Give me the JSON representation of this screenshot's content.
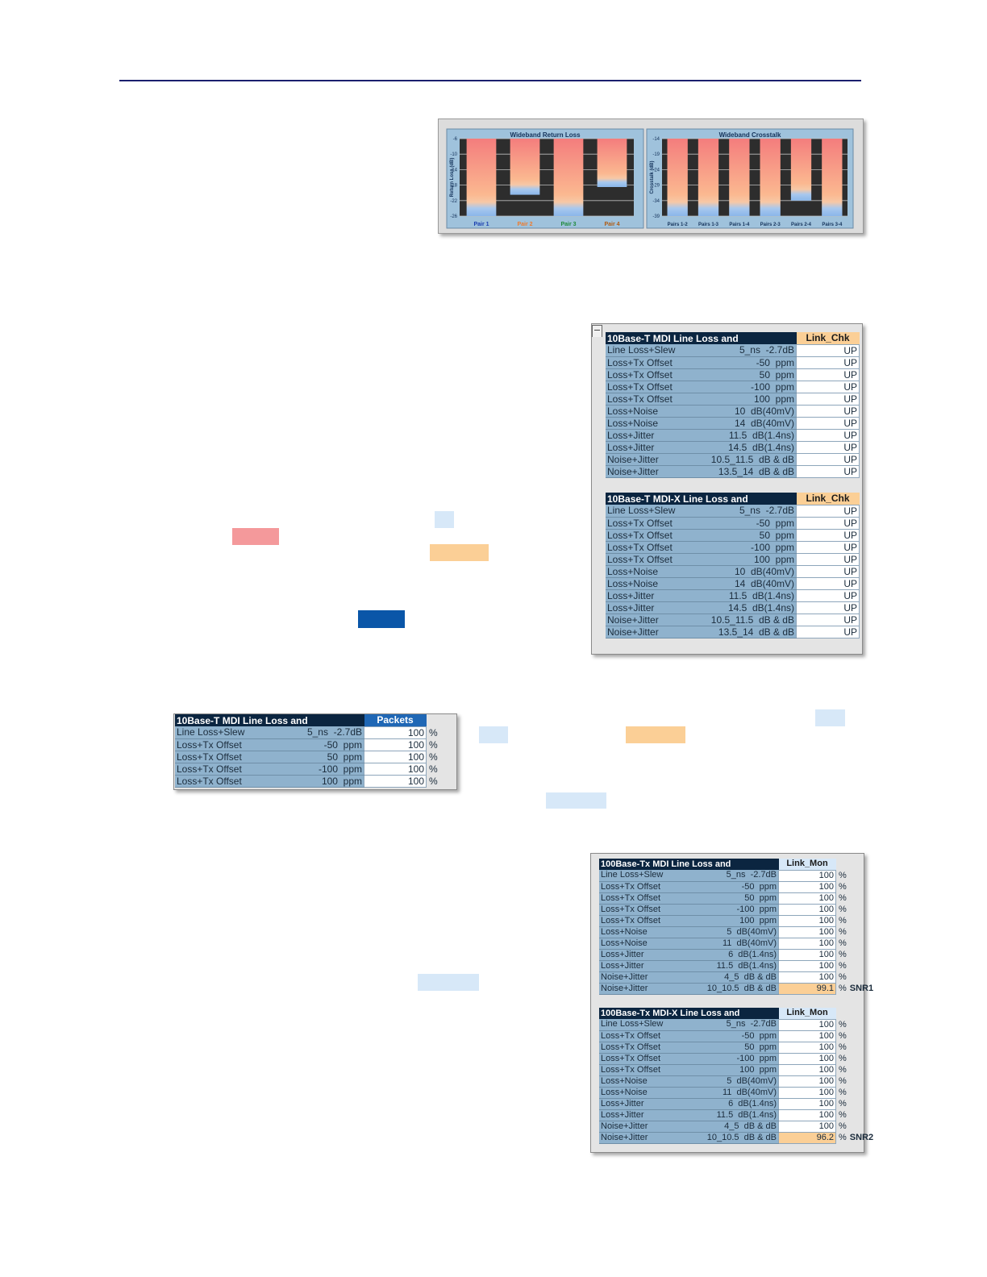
{
  "colors": {
    "rule": "#1a1f6e",
    "pass": "#d7e8f8",
    "fail": "#f4999b",
    "marginal": "#fbcf96",
    "header": "#0b2540",
    "selected": "#1f67b5"
  },
  "chart_data": [
    {
      "type": "bar",
      "title": "Wideband Return Loss",
      "ylabel": "Return Loss (dB)",
      "ylim": [
        -26,
        -6
      ],
      "yticks": [
        "-6",
        "-10",
        "-14",
        "-18",
        "-22",
        "-26"
      ],
      "categories": [
        "Pair 1",
        "Pair 2",
        "Pair 3",
        "Pair 4"
      ],
      "category_colors": [
        "#1c3fb0",
        "#f07a2a",
        "#1f8a3a",
        "#b05a10"
      ],
      "values": [
        -26,
        -20.5,
        -26,
        -18.5
      ],
      "grid": true
    },
    {
      "type": "bar",
      "title": "Wideband Crosstalk",
      "ylabel": "Crosstalk (dB)",
      "ylim": [
        -39,
        -14
      ],
      "yticks": [
        "-14",
        "-19",
        "-24",
        "-29",
        "-34",
        "-39"
      ],
      "categories": [
        "Pairs 1-2",
        "Pairs 1-3",
        "Pairs 1-4",
        "Pairs 2-3",
        "Pairs 2-4",
        "Pairs 3-4"
      ],
      "values": [
        -39,
        -39,
        -39,
        -39,
        -34,
        -39
      ],
      "grid": true
    }
  ],
  "table_mdi": {
    "title": "10Base-T MDI Line Loss and",
    "status_header": "Link_Chk",
    "rows": [
      {
        "name": "Line Loss+Slew",
        "value": "5_ns  -2.7dB",
        "status": "UP"
      },
      {
        "name": "Loss+Tx Offset",
        "value": "-50  ppm",
        "status": "UP"
      },
      {
        "name": "Loss+Tx Offset",
        "value": "50  ppm",
        "status": "UP"
      },
      {
        "name": "Loss+Tx Offset",
        "value": "-100  ppm",
        "status": "UP"
      },
      {
        "name": "Loss+Tx Offset",
        "value": "100  ppm",
        "status": "UP"
      },
      {
        "name": "Loss+Noise",
        "value": "10  dB(40mV)",
        "status": "UP"
      },
      {
        "name": "Loss+Noise",
        "value": "14  dB(40mV)",
        "status": "UP"
      },
      {
        "name": "Loss+Jitter",
        "value": "11.5  dB(1.4ns)",
        "status": "UP"
      },
      {
        "name": "Loss+Jitter",
        "value": "14.5  dB(1.4ns)",
        "status": "UP"
      },
      {
        "name": "Noise+Jitter",
        "value": "10.5_11.5  dB & dB",
        "status": "UP"
      },
      {
        "name": "Noise+Jitter",
        "value": "13.5_14  dB & dB",
        "status": "UP"
      }
    ]
  },
  "table_mdix": {
    "title": "10Base-T MDI-X Line Loss and",
    "status_header": "Link_Chk",
    "rows": [
      {
        "name": "Line Loss+Slew",
        "value": "5_ns  -2.7dB",
        "status": "UP"
      },
      {
        "name": "Loss+Tx Offset",
        "value": "-50  ppm",
        "status": "UP"
      },
      {
        "name": "Loss+Tx Offset",
        "value": "50  ppm",
        "status": "UP"
      },
      {
        "name": "Loss+Tx Offset",
        "value": "-100  ppm",
        "status": "UP"
      },
      {
        "name": "Loss+Tx Offset",
        "value": "100  ppm",
        "status": "UP"
      },
      {
        "name": "Loss+Noise",
        "value": "10  dB(40mV)",
        "status": "UP"
      },
      {
        "name": "Loss+Noise",
        "value": "14  dB(40mV)",
        "status": "UP"
      },
      {
        "name": "Loss+Jitter",
        "value": "11.5  dB(1.4ns)",
        "status": "UP"
      },
      {
        "name": "Loss+Jitter",
        "value": "14.5  dB(1.4ns)",
        "status": "UP"
      },
      {
        "name": "Noise+Jitter",
        "value": "10.5_11.5  dB & dB",
        "status": "UP"
      },
      {
        "name": "Noise+Jitter",
        "value": "13.5_14  dB & dB",
        "status": "UP"
      }
    ]
  },
  "table_packets": {
    "title": "10Base-T MDI Line Loss and",
    "status_header": "Packets",
    "rows": [
      {
        "name": "Line Loss+Slew",
        "value": "5_ns  -2.7dB",
        "status": "100",
        "unit": "%"
      },
      {
        "name": "Loss+Tx Offset",
        "value": "-50  ppm",
        "status": "100",
        "unit": "%"
      },
      {
        "name": "Loss+Tx Offset",
        "value": "50  ppm",
        "status": "100",
        "unit": "%"
      },
      {
        "name": "Loss+Tx Offset",
        "value": "-100  ppm",
        "status": "100",
        "unit": "%"
      },
      {
        "name": "Loss+Tx Offset",
        "value": "100  ppm",
        "status": "100",
        "unit": "%"
      }
    ]
  },
  "table_100_mdi": {
    "title": "100Base-Tx MDI Line Loss and",
    "status_header": "Link_Mon",
    "rows": [
      {
        "name": "Line Loss+Slew",
        "value": "5_ns  -2.7dB",
        "status": "100",
        "unit": "%",
        "tag": ""
      },
      {
        "name": "Loss+Tx Offset",
        "value": "-50  ppm",
        "status": "100",
        "unit": "%",
        "tag": ""
      },
      {
        "name": "Loss+Tx Offset",
        "value": "50  ppm",
        "status": "100",
        "unit": "%",
        "tag": ""
      },
      {
        "name": "Loss+Tx Offset",
        "value": "-100  ppm",
        "status": "100",
        "unit": "%",
        "tag": ""
      },
      {
        "name": "Loss+Tx Offset",
        "value": "100  ppm",
        "status": "100",
        "unit": "%",
        "tag": ""
      },
      {
        "name": "Loss+Noise",
        "value": "5  dB(40mV)",
        "status": "100",
        "unit": "%",
        "tag": ""
      },
      {
        "name": "Loss+Noise",
        "value": "11  dB(40mV)",
        "status": "100",
        "unit": "%",
        "tag": ""
      },
      {
        "name": "Loss+Jitter",
        "value": "6  dB(1.4ns)",
        "status": "100",
        "unit": "%",
        "tag": ""
      },
      {
        "name": "Loss+Jitter",
        "value": "11.5  dB(1.4ns)",
        "status": "100",
        "unit": "%",
        "tag": ""
      },
      {
        "name": "Noise+Jitter",
        "value": "4_5  dB & dB",
        "status": "100",
        "unit": "%",
        "tag": ""
      },
      {
        "name": "Noise+Jitter",
        "value": "10_10.5  dB & dB",
        "status": "99.1",
        "unit": "%",
        "tag": "SNR1",
        "highlight": true
      }
    ]
  },
  "table_100_mdix": {
    "title": "100Base-Tx MDI-X Line Loss and",
    "status_header": "Link_Mon",
    "rows": [
      {
        "name": "Line Loss+Slew",
        "value": "5_ns  -2.7dB",
        "status": "100",
        "unit": "%",
        "tag": ""
      },
      {
        "name": "Loss+Tx Offset",
        "value": "-50  ppm",
        "status": "100",
        "unit": "%",
        "tag": ""
      },
      {
        "name": "Loss+Tx Offset",
        "value": "50  ppm",
        "status": "100",
        "unit": "%",
        "tag": ""
      },
      {
        "name": "Loss+Tx Offset",
        "value": "-100  ppm",
        "status": "100",
        "unit": "%",
        "tag": ""
      },
      {
        "name": "Loss+Tx Offset",
        "value": "100  ppm",
        "status": "100",
        "unit": "%",
        "tag": ""
      },
      {
        "name": "Loss+Noise",
        "value": "5  dB(40mV)",
        "status": "100",
        "unit": "%",
        "tag": ""
      },
      {
        "name": "Loss+Noise",
        "value": "11  dB(40mV)",
        "status": "100",
        "unit": "%",
        "tag": ""
      },
      {
        "name": "Loss+Jitter",
        "value": "6  dB(1.4ns)",
        "status": "100",
        "unit": "%",
        "tag": ""
      },
      {
        "name": "Loss+Jitter",
        "value": "11.5  dB(1.4ns)",
        "status": "100",
        "unit": "%",
        "tag": ""
      },
      {
        "name": "Noise+Jitter",
        "value": "4_5  dB & dB",
        "status": "100",
        "unit": "%",
        "tag": ""
      },
      {
        "name": "Noise+Jitter",
        "value": "10_10.5  dB & dB",
        "status": "96.2",
        "unit": "%",
        "tag": "SNR2",
        "highlight": true
      }
    ]
  }
}
